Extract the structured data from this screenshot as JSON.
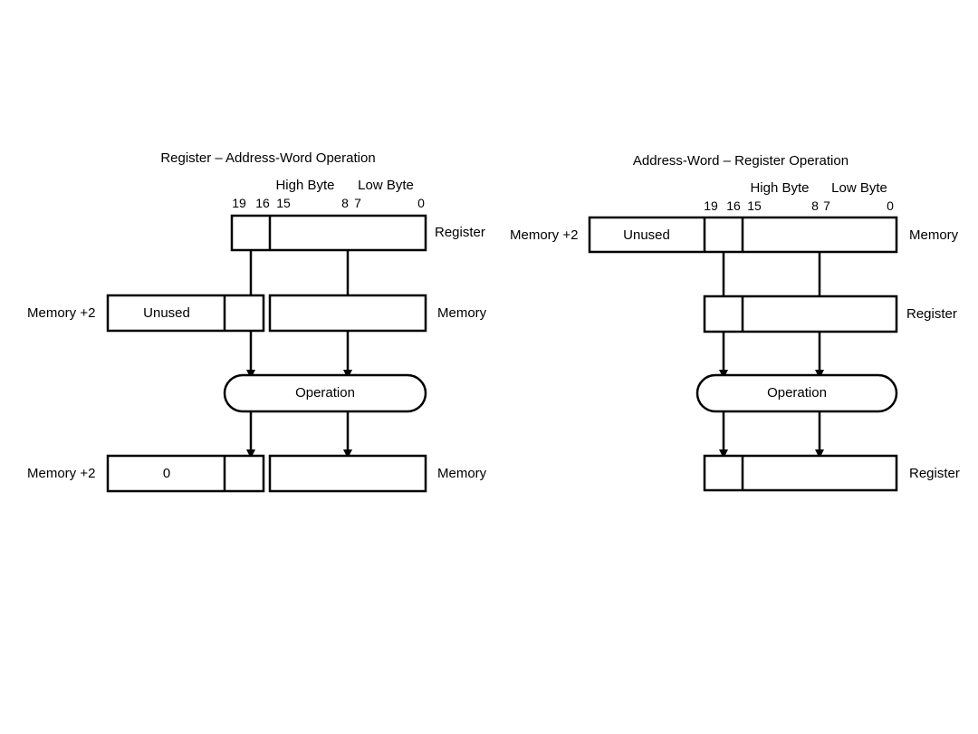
{
  "left": {
    "title": "Register – Address-Word Operation",
    "high_byte": "High Byte",
    "low_byte": "Low Byte",
    "bits": [
      "19",
      "16",
      "15",
      "8",
      "7",
      "0"
    ],
    "register_label": "Register",
    "memory_plus2_label": "Memory +2",
    "unused_text": "Unused",
    "memory_label": "Memory",
    "operation_text": "Operation",
    "result_memory_plus2_label": "Memory +2",
    "zero_text": "0",
    "result_memory_label": "Memory"
  },
  "right": {
    "title": "Address-Word – Register Operation",
    "high_byte": "High Byte",
    "low_byte": "Low Byte",
    "bits": [
      "19",
      "16",
      "15",
      "8",
      "7",
      "0"
    ],
    "memory_plus2_label": "Memory +2",
    "unused_text": "Unused",
    "memory_label": "Memory",
    "register_label": "Register",
    "operation_text": "Operation",
    "result_register_label": "Register"
  },
  "colors": {
    "stroke": "#000000",
    "background": "#ffffff"
  }
}
